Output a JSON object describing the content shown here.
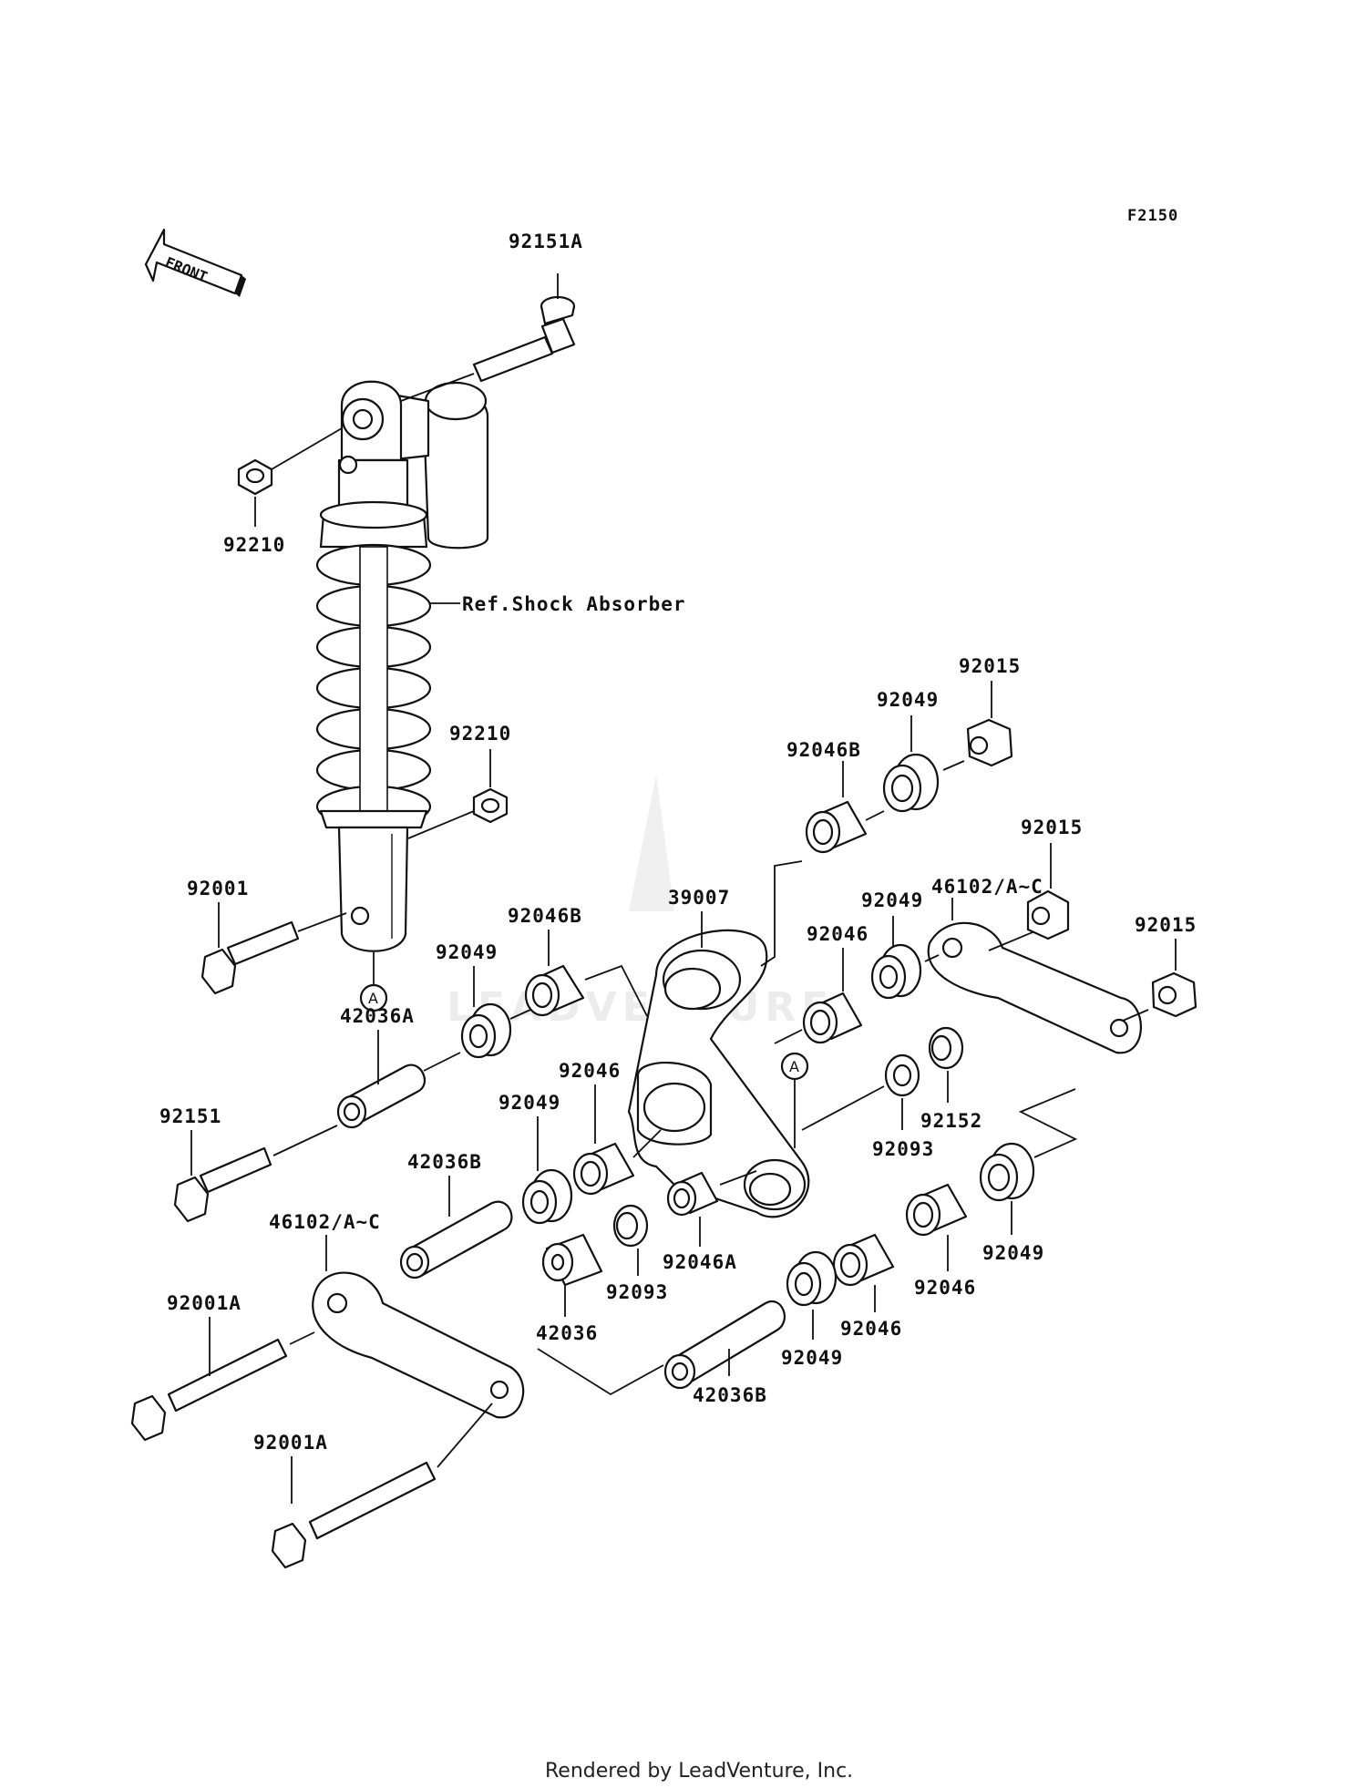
{
  "figure_code": "F2150",
  "front_arrow_label": "FRONT",
  "reference_note": "Ref.Shock Absorber",
  "point_marker": "A",
  "watermark": "LEADVENTURE",
  "footer": "Rendered by LeadVenture, Inc.",
  "parts": {
    "bolt_top": "92151A",
    "nut_top": "92210",
    "nut_bottom": "92210",
    "bolt_shock_lower": "92001",
    "collar_pivot": "92046B",
    "seal_upper_right": "92049",
    "nut_upper_right": "92015",
    "rocker_arm": "39007",
    "link_right": "46102/A~C",
    "seal_right_mid": "92049",
    "nut_right_mid": "92015",
    "nut_far_right": "92015",
    "bearing_rocker_right": "92046",
    "collar_left": "92046B",
    "seal_left": "92049",
    "sleeve_left": "42036A",
    "bolt_left": "92151",
    "bearing_rocker_left": "92046",
    "seal_rocker_left": "92049",
    "sleeve_long": "42036B",
    "link_left": "46102/A~C",
    "bolt_link_upper": "92001A",
    "bolt_link_lower": "92001A",
    "washer_right": "92093",
    "cap_right": "92152",
    "seal_lower_right": "92049",
    "bearing_lower_right": "92046",
    "bearing_lower_mid": "92046",
    "seal_lower_mid": "92049",
    "sleeve_lower": "42036B",
    "collar_small": "42036",
    "washer_left": "92093",
    "bearing_small": "92046A"
  }
}
